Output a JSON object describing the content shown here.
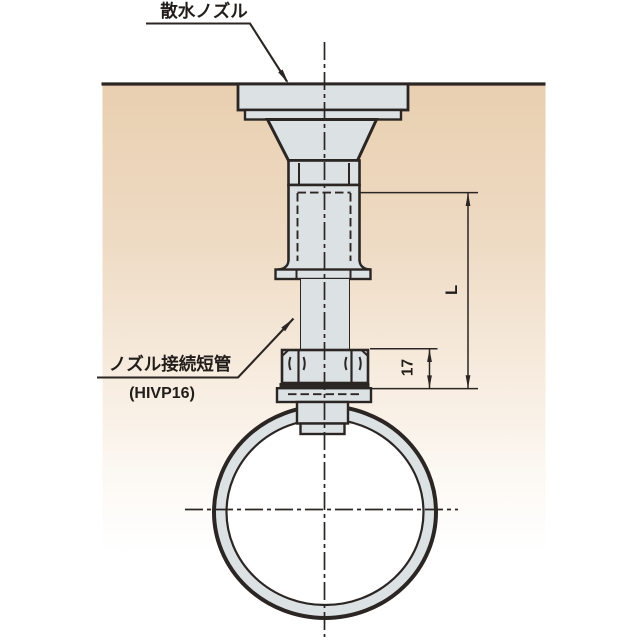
{
  "figure": {
    "callout_top": "散水ノズル",
    "callout_pipe_line1": "ノズル接続短管",
    "callout_pipe_line2": "(HIVP16)",
    "dim_length_label": "L",
    "dim_nut_label": "17"
  },
  "colors": {
    "line": "#2b2623",
    "part_fill": "#dce1e4",
    "ceiling_top": "#e9cfb0",
    "background": "#ffffff",
    "text": "#211d1a"
  }
}
